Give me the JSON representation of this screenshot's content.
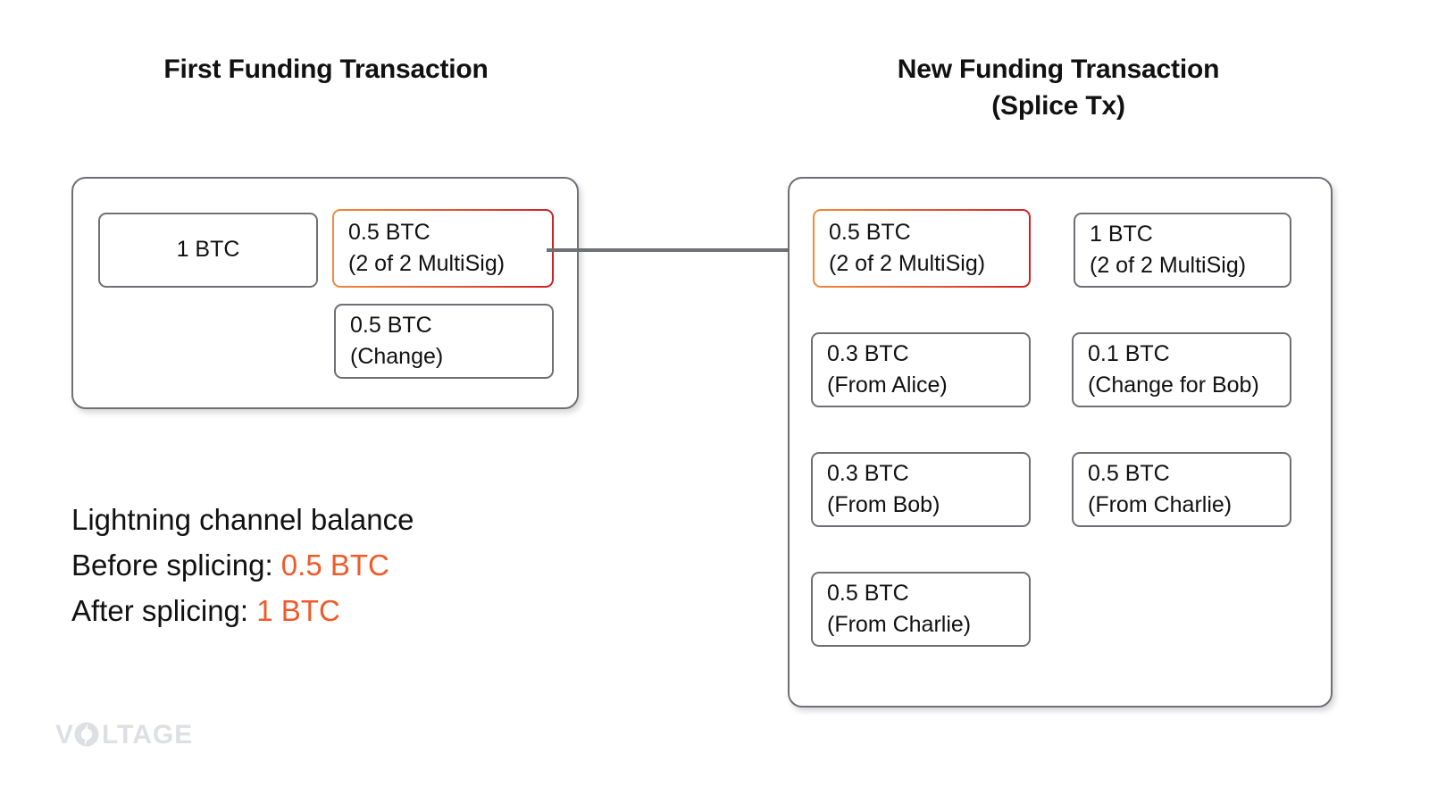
{
  "diagram": {
    "background": "#FFFFFF",
    "accent_orange": "#F05A28",
    "accent_red": "#CF2026",
    "outline_gray": "#6F7075",
    "logo_gray": "#DDDFE2"
  },
  "left_panel": {
    "title": "First Funding Transaction",
    "outputs": [
      {
        "amount": "1 BTC",
        "note": "",
        "highlight": false,
        "align": "center"
      },
      {
        "amount": "0.5 BTC",
        "note": "(2 of 2 MultiSig)",
        "highlight": true,
        "align": "left"
      },
      {
        "amount": "0.5 BTC",
        "note": "(Change)",
        "highlight": false,
        "align": "left"
      }
    ]
  },
  "right_panel": {
    "title_line1": "New Funding Transaction",
    "title_line2": "(Splice Tx)",
    "outputs": [
      {
        "amount": "0.5 BTC",
        "note": "(2 of 2 MultiSig)",
        "highlight": true
      },
      {
        "amount": "1 BTC",
        "note": "(2 of 2 MultiSig)",
        "highlight": false
      },
      {
        "amount": "0.3 BTC",
        "note": "(From Alice)",
        "highlight": false
      },
      {
        "amount": "0.1 BTC",
        "note": "(Change for Bob)",
        "highlight": false
      },
      {
        "amount": "0.3 BTC",
        "note": "(From Bob)",
        "highlight": false
      },
      {
        "amount": "0.5 BTC",
        "note": "(From Charlie)",
        "highlight": false
      },
      {
        "amount": "0.5 BTC",
        "note": "(From Charlie)",
        "highlight": false
      }
    ]
  },
  "connector": {
    "icon": "arrow-right-icon",
    "color": "#6F7075",
    "from": "first-funding-multisig-output",
    "to": "splice-multisig-output"
  },
  "balance_note": {
    "line1": "Lightning channel balance",
    "line2_label": "Before splicing: ",
    "line2_value": "0.5 BTC",
    "line3_label": "After splicing: ",
    "line3_value": "1 BTC"
  },
  "branding": {
    "wordmark": "VOLTAGE",
    "wordmark_part1": "V",
    "wordmark_part2": "LTAGE",
    "logo_icon": "voltage-bolt-o-icon"
  }
}
